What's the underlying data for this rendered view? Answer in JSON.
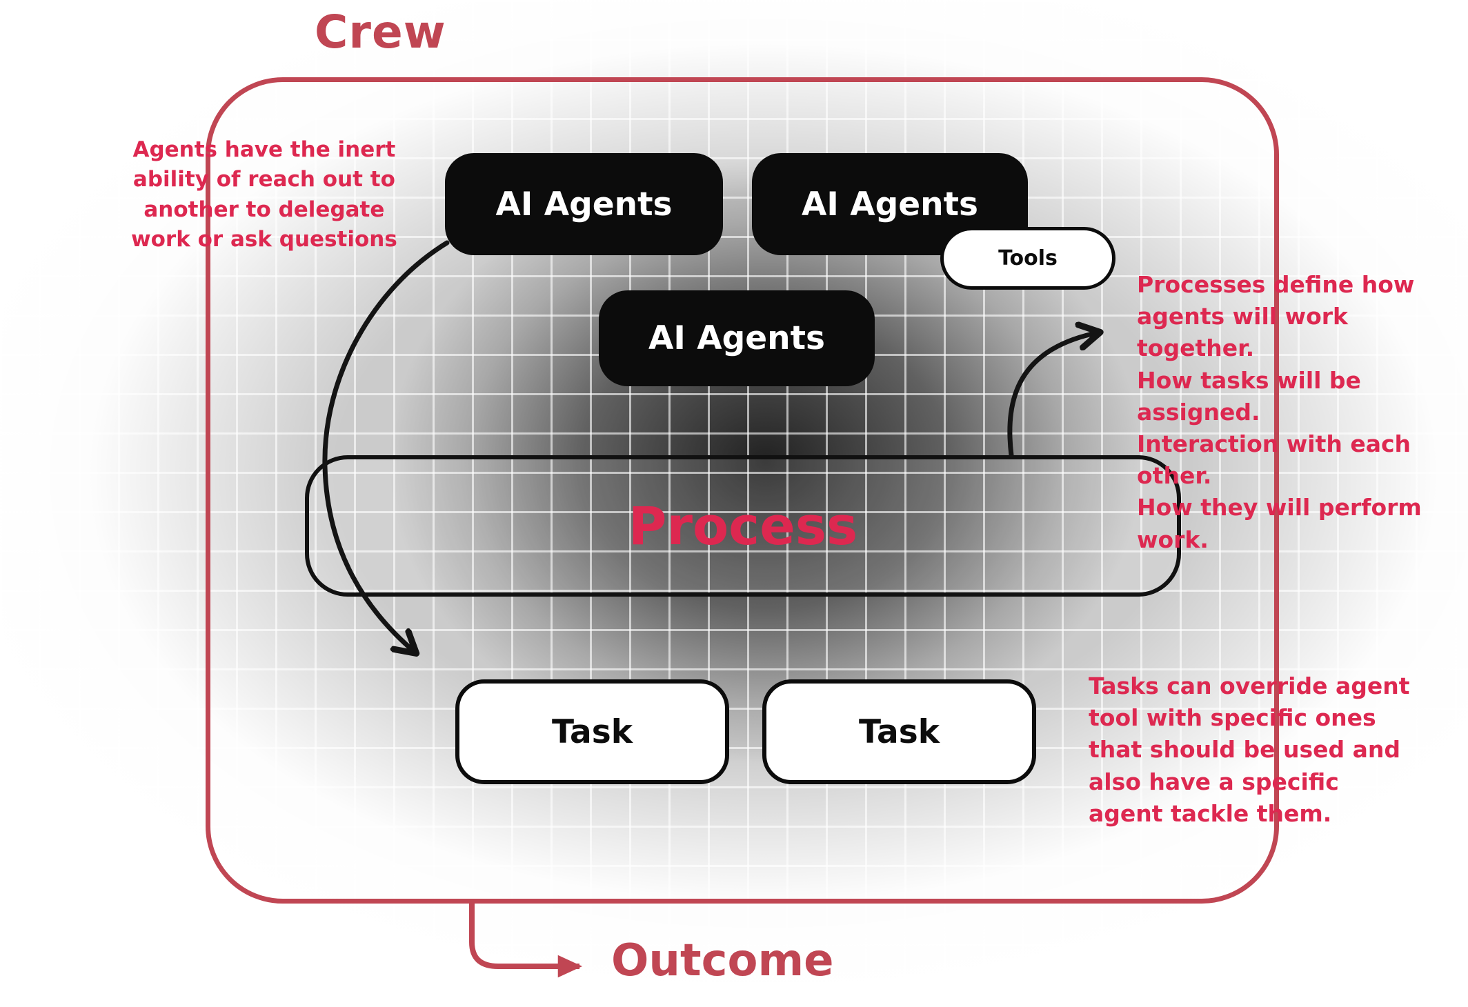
{
  "colors": {
    "accent": "#dd2850",
    "border": "#c04653",
    "ink": "#111111"
  },
  "diagram": {
    "crew_label": "Crew",
    "outcome_label": "Outcome",
    "process_label": "Process",
    "tools_label": "Tools",
    "agents": [
      {
        "label": "AI Agents"
      },
      {
        "label": "AI Agents"
      },
      {
        "label": "AI Agents"
      }
    ],
    "tasks": [
      {
        "label": "Task"
      },
      {
        "label": "Task"
      }
    ],
    "annotations": {
      "left": "Agents have the inert\nability of reach out to\nanother to delegate\nwork or ask questions",
      "right_top": "Processes define how\nagents will work together.\nHow tasks will be assigned.\nInteraction with each other.\nHow they will perform work.",
      "right_bottom": "Tasks can override agent\ntool with specific ones\nthat should be used and\nalso have a specific\nagent tackle them."
    }
  }
}
